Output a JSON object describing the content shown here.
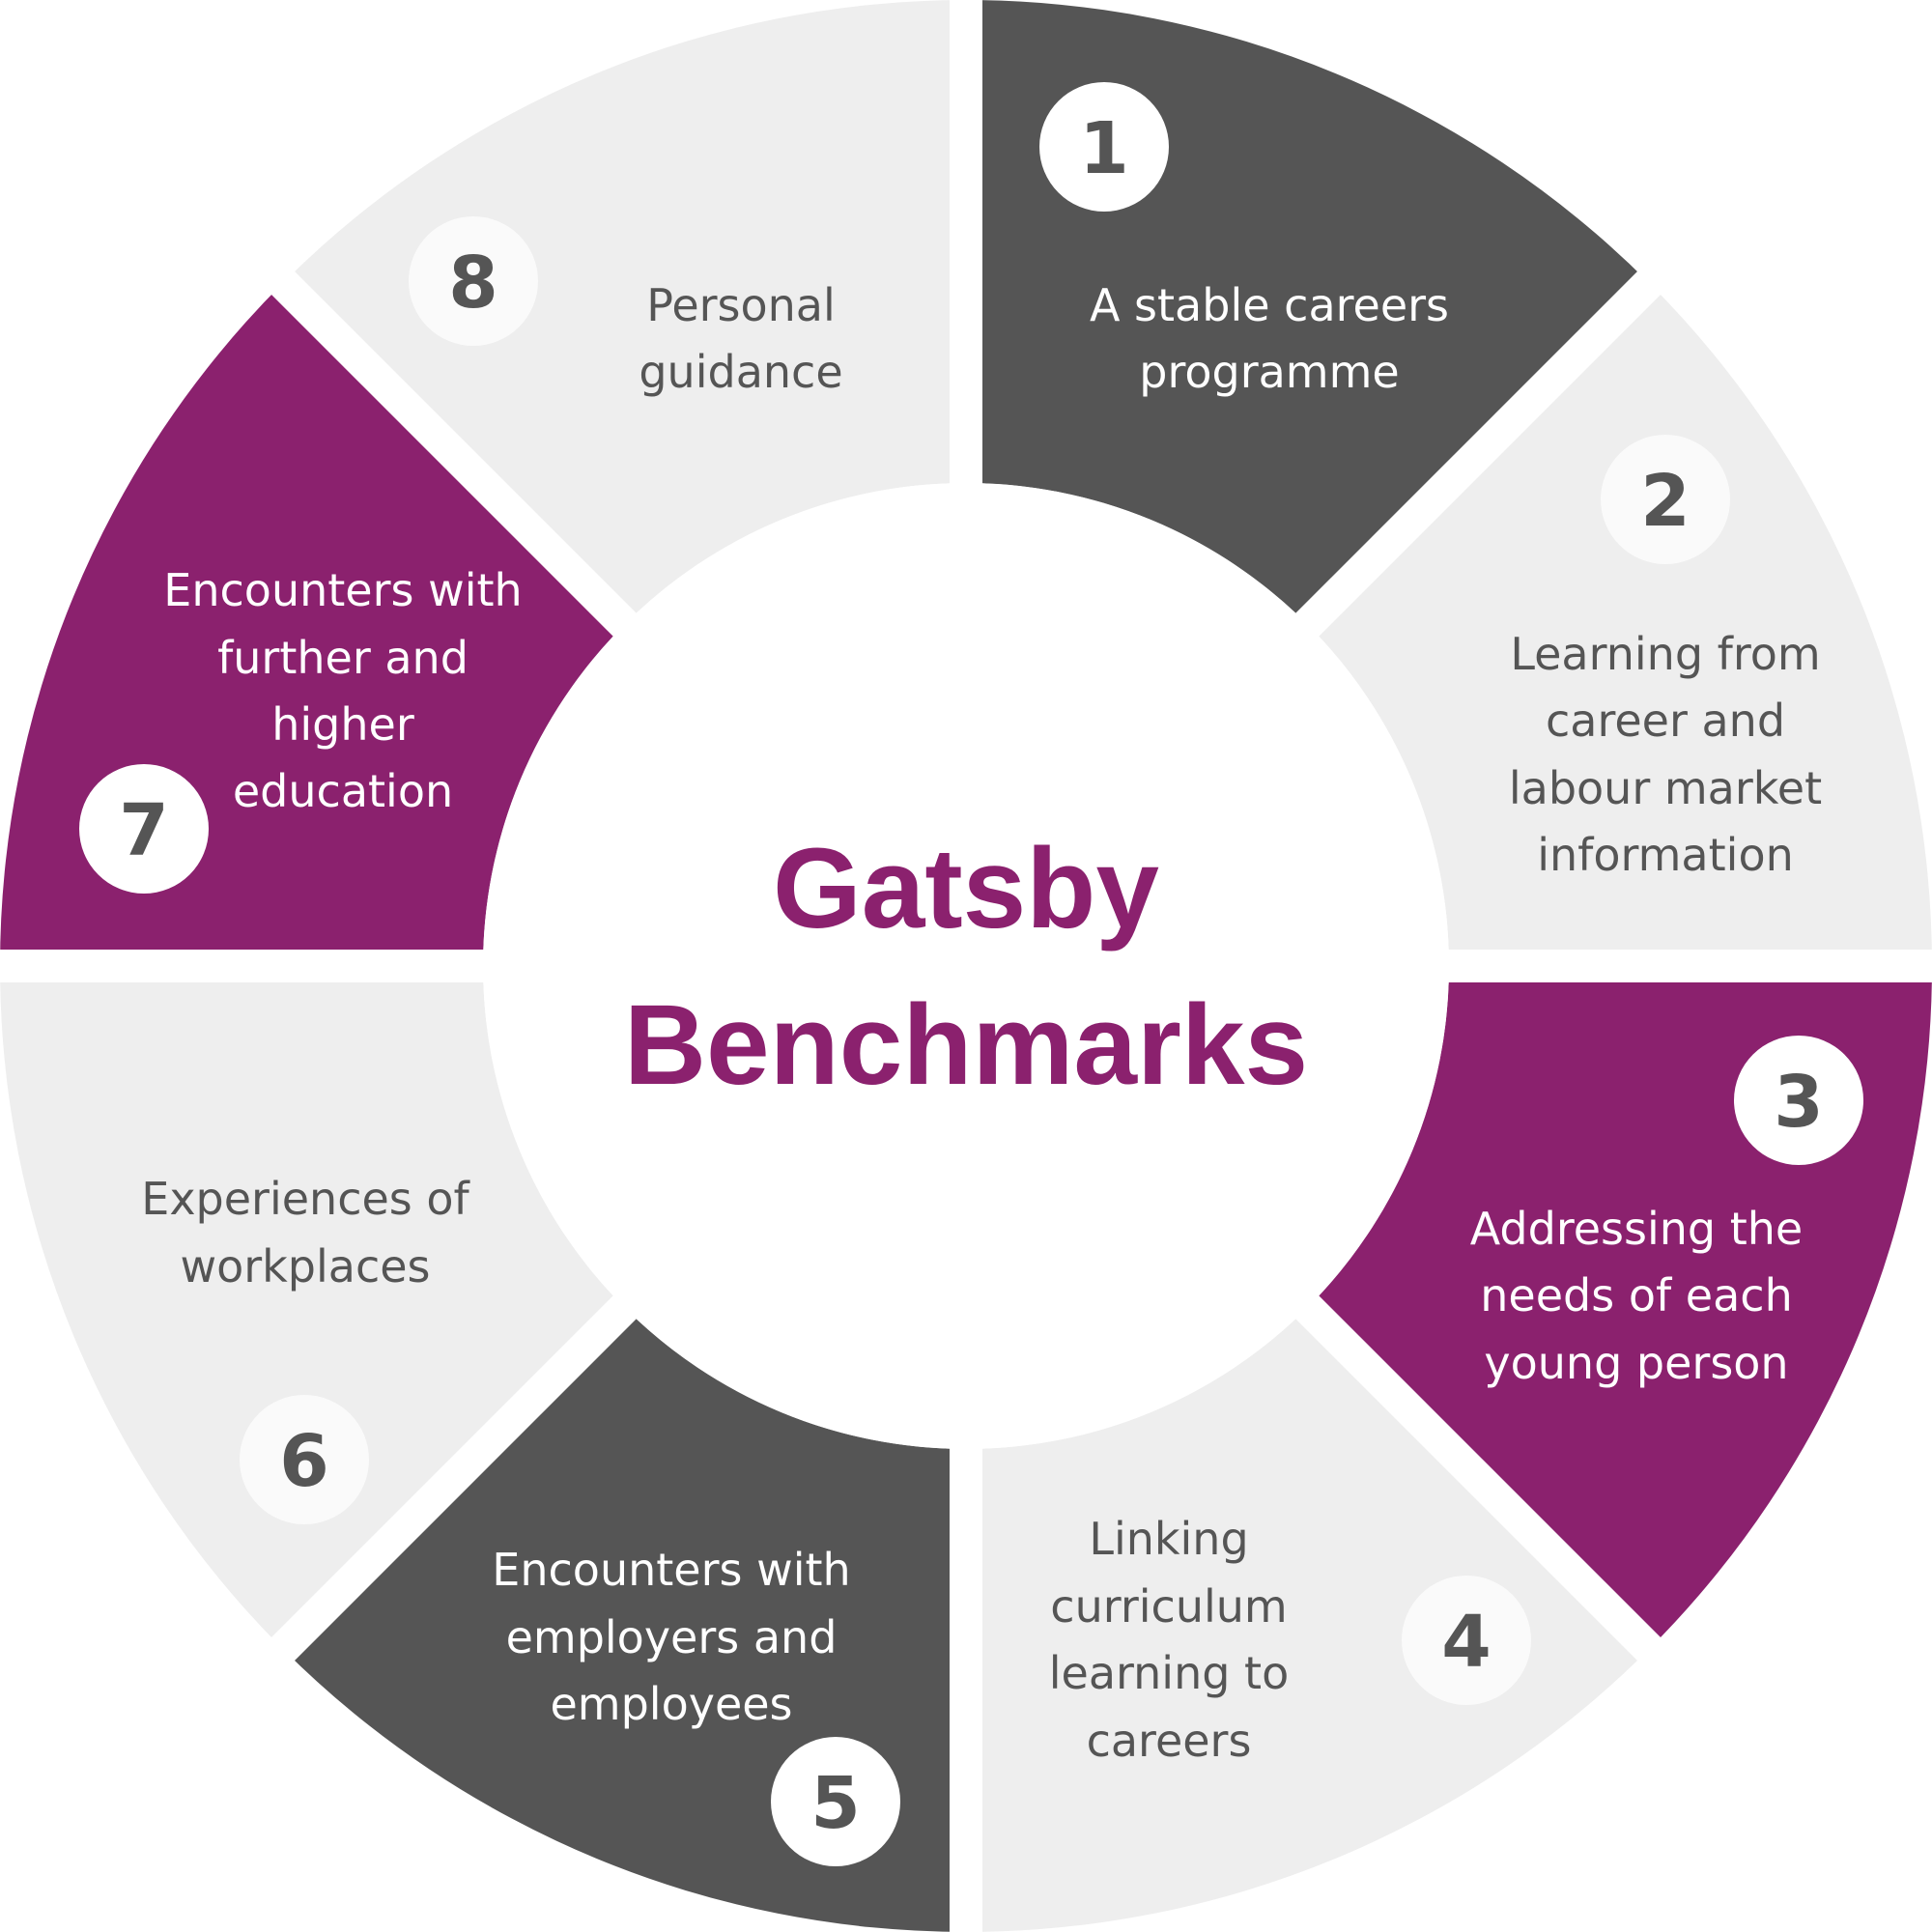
{
  "title": {
    "line1": "Gatsby",
    "line2": "Benchmarks"
  },
  "colors": {
    "dark": "#555555",
    "light": "#eeeeee",
    "purple": "#8b216e",
    "white": "#ffffff"
  },
  "benchmarks": [
    {
      "number": "1",
      "color": "dark",
      "lines": [
        "A stable careers",
        "programme"
      ]
    },
    {
      "number": "2",
      "color": "light",
      "lines": [
        "Learning from",
        "career and",
        "labour market",
        "information"
      ]
    },
    {
      "number": "3",
      "color": "purple",
      "lines": [
        "Addressing the",
        "needs of each",
        "young person"
      ]
    },
    {
      "number": "4",
      "color": "light",
      "lines": [
        "Linking",
        "curriculum",
        "learning to",
        "careers"
      ]
    },
    {
      "number": "5",
      "color": "dark",
      "lines": [
        "Encounters with",
        "employers and",
        "employees"
      ]
    },
    {
      "number": "6",
      "color": "light",
      "lines": [
        "Experiences of",
        "workplaces"
      ]
    },
    {
      "number": "7",
      "color": "purple",
      "lines": [
        "Encounters with",
        "further and",
        "higher",
        "education"
      ]
    },
    {
      "number": "8",
      "color": "light",
      "lines": [
        "Personal",
        "guidance"
      ]
    }
  ]
}
